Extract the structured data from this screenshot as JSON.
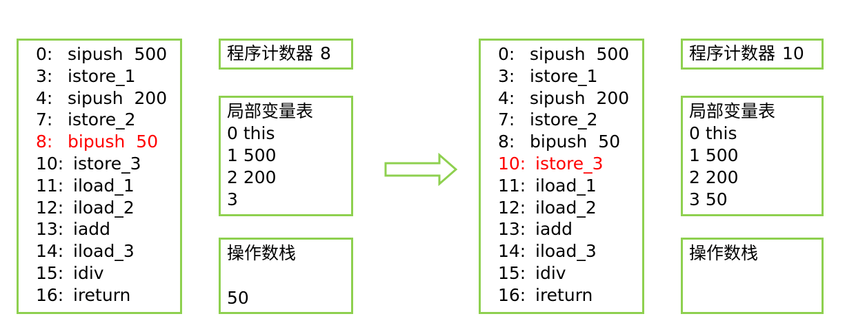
{
  "left": {
    "code": [
      {
        "offset": "0:",
        "instr": "sipush  500"
      },
      {
        "offset": "3:",
        "instr": "istore_1"
      },
      {
        "offset": "4:",
        "instr": "sipush  200"
      },
      {
        "offset": "7:",
        "instr": "istore_2"
      },
      {
        "offset": "8:",
        "instr": "bipush  50",
        "highlight": true
      },
      {
        "offset": "10:",
        "instr": "istore_3"
      },
      {
        "offset": "11:",
        "instr": "iload_1"
      },
      {
        "offset": "12:",
        "instr": "iload_2"
      },
      {
        "offset": "13:",
        "instr": "iadd"
      },
      {
        "offset": "14:",
        "instr": "iload_3"
      },
      {
        "offset": "15:",
        "instr": "idiv"
      },
      {
        "offset": "16:",
        "instr": "ireturn"
      }
    ],
    "pc_label": "程序计数器",
    "pc_value": "8",
    "locals_title": "局部变量表",
    "locals": [
      "0 this",
      "1 500",
      "2 200",
      "3"
    ],
    "stack_title": "操作数栈",
    "stack_items": [
      "50"
    ]
  },
  "right": {
    "code": [
      {
        "offset": "0:",
        "instr": "sipush  500"
      },
      {
        "offset": "3:",
        "instr": "istore_1"
      },
      {
        "offset": "4:",
        "instr": "sipush  200"
      },
      {
        "offset": "7:",
        "instr": "istore_2"
      },
      {
        "offset": "8:",
        "instr": "bipush  50"
      },
      {
        "offset": "10:",
        "instr": "istore_3",
        "highlight": true
      },
      {
        "offset": "11:",
        "instr": "iload_1"
      },
      {
        "offset": "12:",
        "instr": "iload_2"
      },
      {
        "offset": "13:",
        "instr": "iadd"
      },
      {
        "offset": "14:",
        "instr": "iload_3"
      },
      {
        "offset": "15:",
        "instr": "idiv"
      },
      {
        "offset": "16:",
        "instr": "ireturn"
      }
    ],
    "pc_label": "程序计数器",
    "pc_value": "10",
    "locals_title": "局部变量表",
    "locals": [
      "0 this",
      "1 500",
      "2 200",
      "3 50"
    ],
    "stack_title": "操作数栈",
    "stack_items": []
  },
  "colors": {
    "border": "#8ed04f",
    "highlight": "#ff0000",
    "text": "#000000"
  }
}
